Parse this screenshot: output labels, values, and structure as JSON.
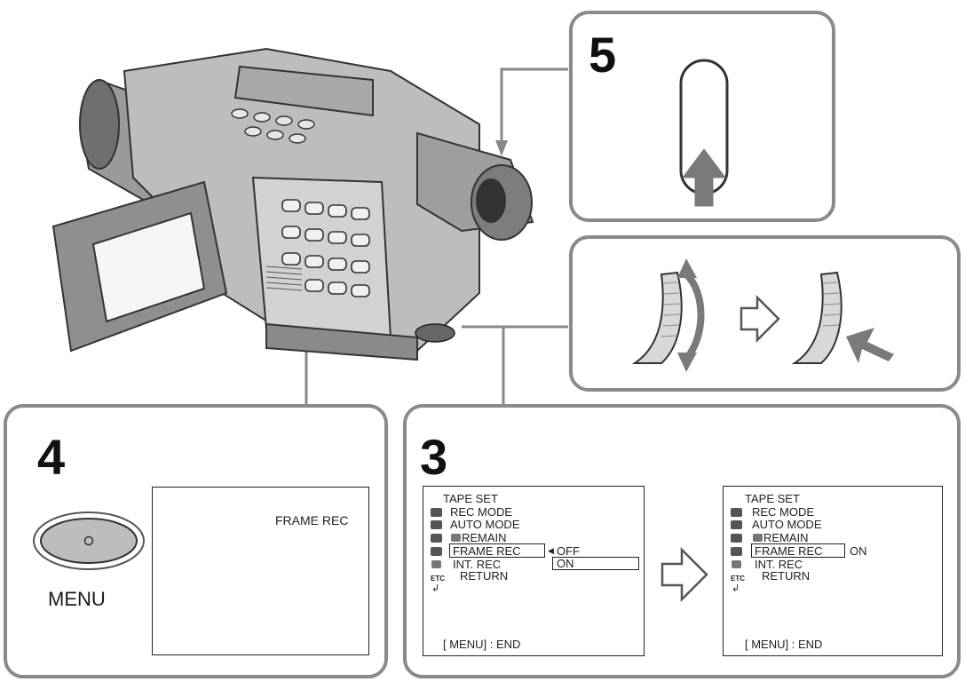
{
  "steps": {
    "step3": "3",
    "step4": "4",
    "step5": "5"
  },
  "menu_button": {
    "label": "MENU"
  },
  "step4_screen": {
    "text": "FRAME REC"
  },
  "menu_before": {
    "items": [
      "TAPE SET",
      "REC MODE",
      "AUTO MODE",
      "REMAIN",
      "FRAME REC",
      "INT. REC",
      "RETURN"
    ],
    "options": [
      "OFF",
      "ON"
    ],
    "footer": "[ MENU] : END"
  },
  "menu_after": {
    "items": [
      "TAPE SET",
      "REC MODE",
      "AUTO MODE",
      "REMAIN",
      "FRAME REC",
      "INT. REC",
      "RETURN"
    ],
    "value": "ON",
    "footer": "[ MENU] : END"
  },
  "colors": {
    "panel_border": "#8a8a8a",
    "arrow_fill": "#7a7a7a",
    "camera_body": "#bdbdbd"
  },
  "icons": [
    "camcorder-illustration",
    "start-stop-button-icon",
    "up-arrow-icon",
    "control-dial-icon",
    "right-hollow-arrow-icon",
    "menu-button-icon",
    "tape-set-icon",
    "rec-mode-icon",
    "auto-mode-icon",
    "remain-icon",
    "frame-rec-icon",
    "int-rec-icon",
    "etc-icon",
    "return-icon"
  ]
}
